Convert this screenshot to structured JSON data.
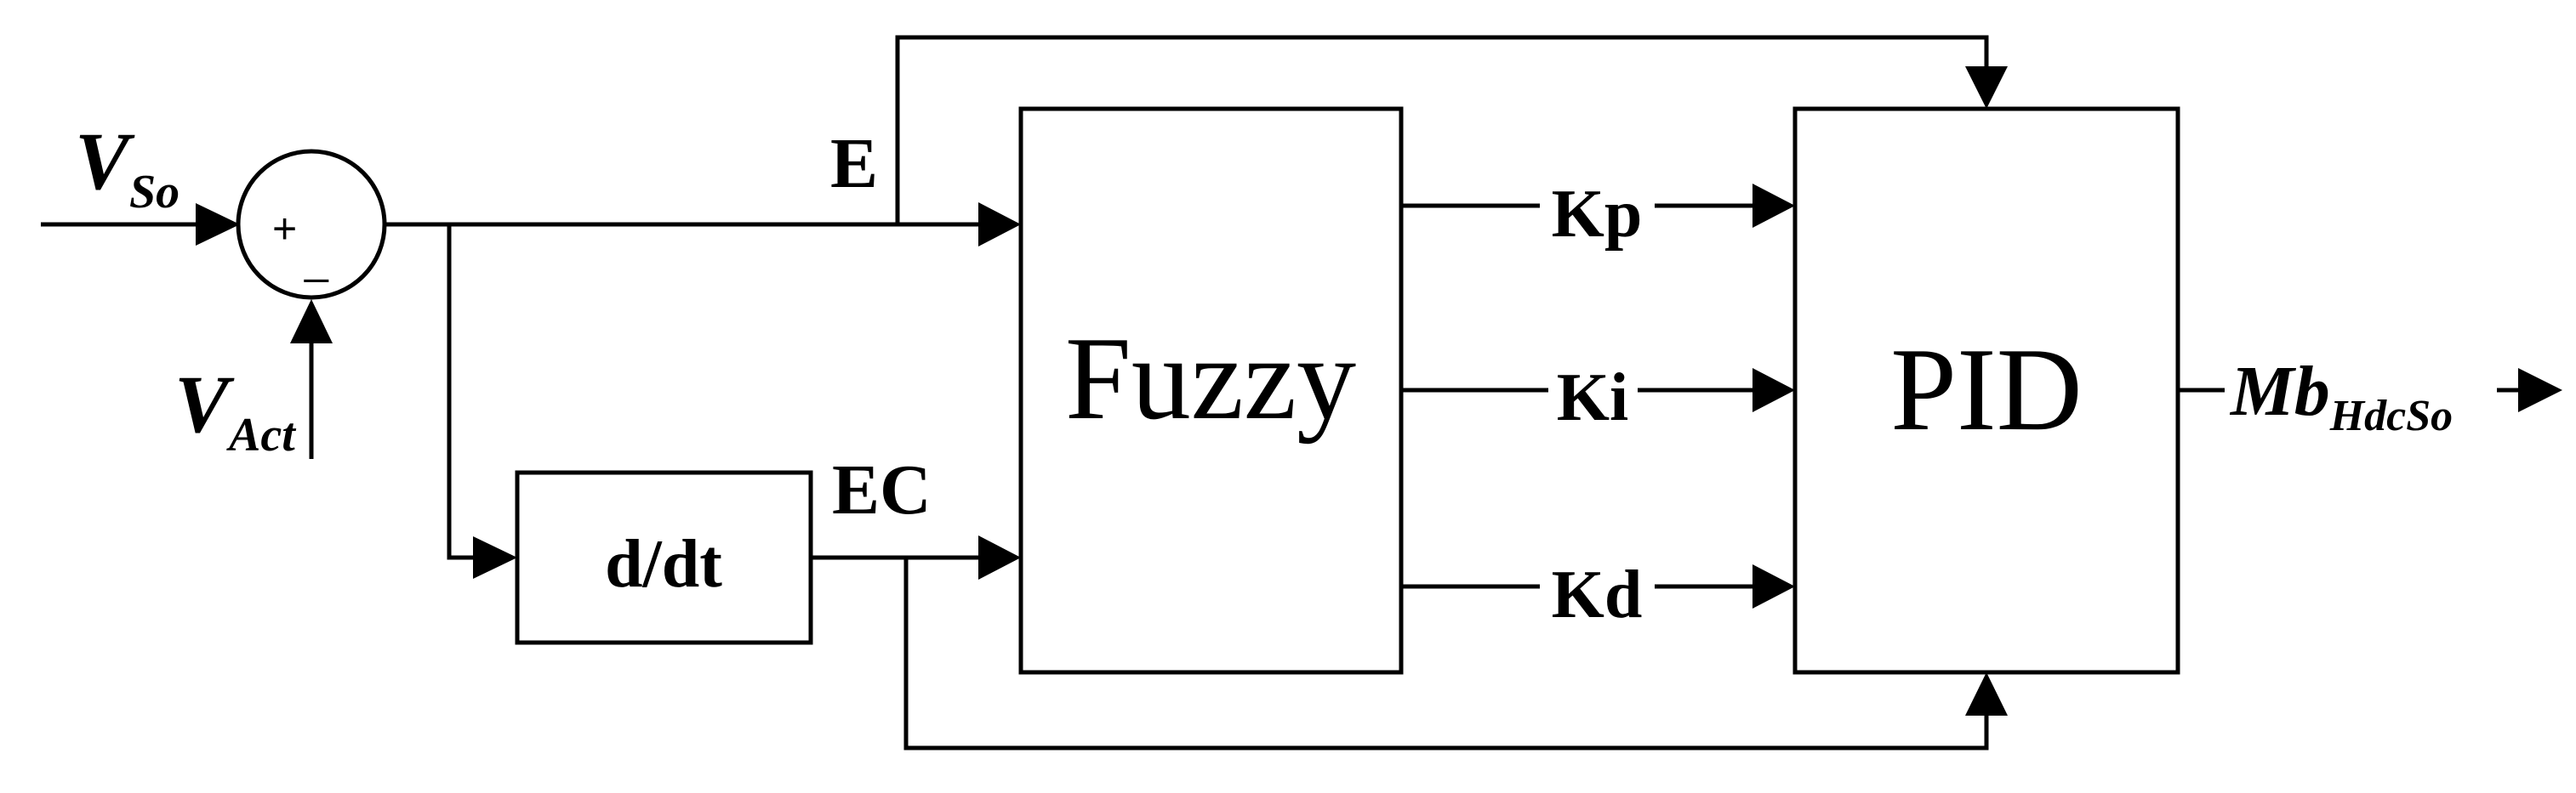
{
  "inputs": {
    "setpoint": {
      "main": "V",
      "sub": "So"
    },
    "actual": {
      "main": "V",
      "sub": "Act"
    }
  },
  "summing_junction": {
    "plus": "+",
    "minus": "_"
  },
  "signals": {
    "error": "E",
    "error_change": "EC"
  },
  "blocks": {
    "derivative": "d/dt",
    "fuzzy": "Fuzzy",
    "pid": "PID"
  },
  "gains": {
    "kp": "Kp",
    "ki": "Ki",
    "kd": "Kd"
  },
  "output": {
    "main": "Mb",
    "sub": "HdcSo"
  }
}
